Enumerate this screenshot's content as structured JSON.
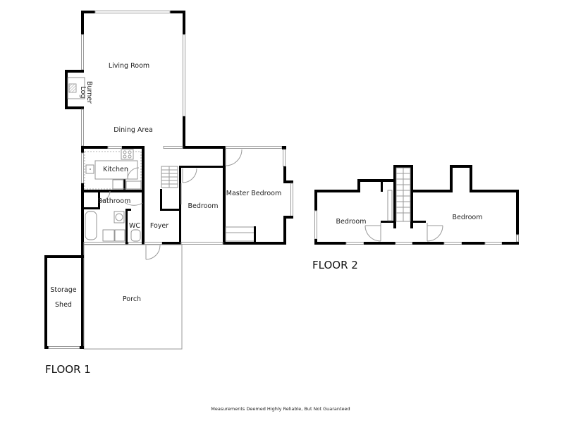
{
  "floors": [
    {
      "title": "FLOOR 1",
      "rooms": {
        "living_room": "Living Room",
        "log_burner_1": "Log",
        "log_burner_2": "Burner",
        "dining_area": "Dining Area",
        "kitchen": "Kitchen",
        "bathroom": "Bathroom",
        "wc": "WC",
        "foyer": "Foyer",
        "bedroom": "Bedroom",
        "master_bedroom": "Master Bedroom",
        "porch": "Porch",
        "storage_1": "Storage",
        "storage_2": "Shed"
      }
    },
    {
      "title": "FLOOR 2",
      "rooms": {
        "bedroom_left": "Bedroom",
        "bedroom_right": "Bedroom"
      }
    }
  ],
  "footer": {
    "disclaimer": "Measurements Deemed Highly Reliable, But Not Guaranteed"
  },
  "colors": {
    "wall": "#000000",
    "window": "#9a9a9a",
    "background": "#ffffff"
  }
}
